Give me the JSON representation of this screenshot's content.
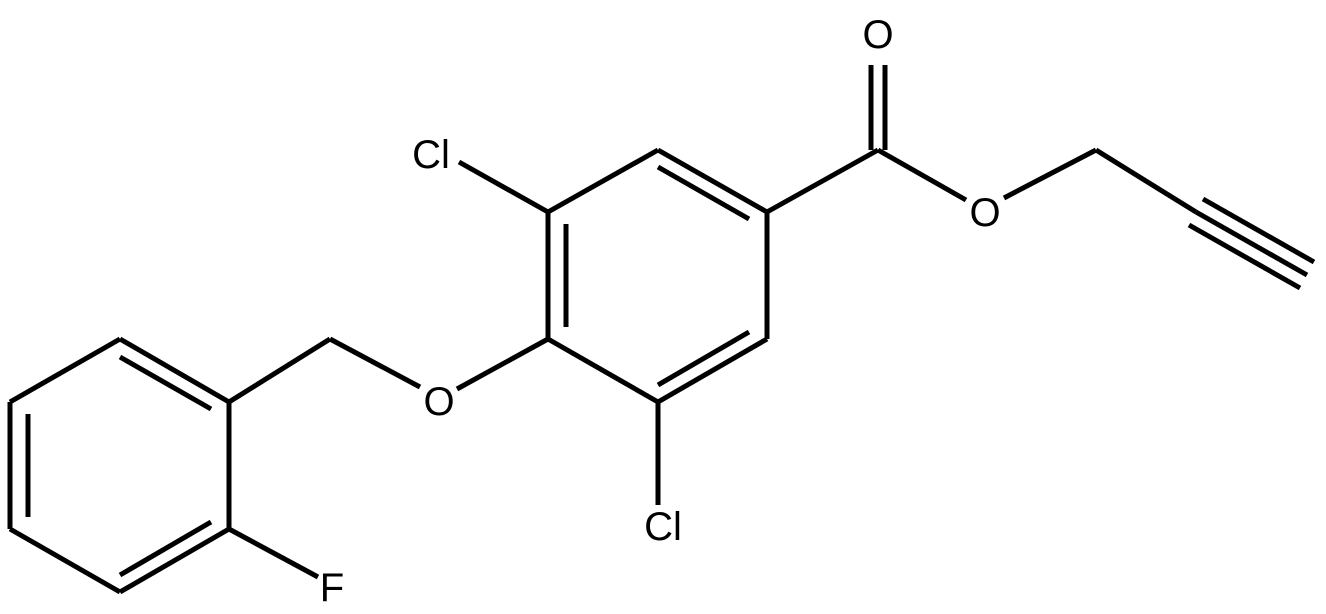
{
  "molecule": {
    "atoms": {
      "o_carbonyl": "O",
      "o_ester": "O",
      "o_ether": "O",
      "cl_top": "Cl",
      "cl_bottom": "Cl",
      "f": "F"
    },
    "colors": {
      "bond": "#000000",
      "label": "#000000",
      "background": "#ffffff"
    }
  }
}
